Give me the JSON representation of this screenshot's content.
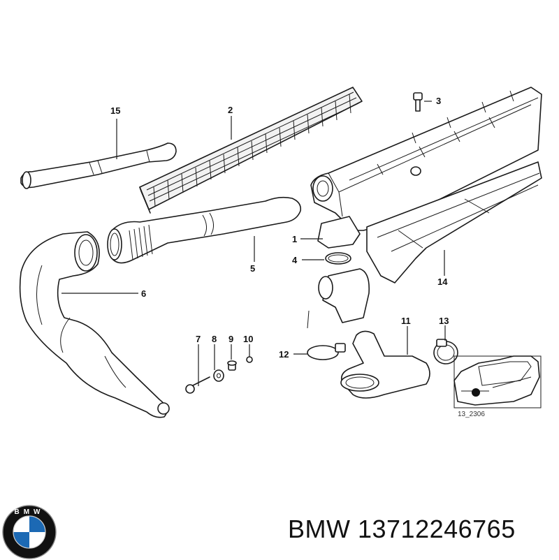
{
  "callouts": {
    "c1": "1",
    "c2": "2",
    "c3": "3",
    "c4": "4",
    "c5": "5",
    "c6": "6",
    "c7": "7",
    "c8": "8",
    "c9": "9",
    "c10": "10",
    "c11": "11",
    "c12": "12",
    "c13": "13",
    "c14": "14",
    "c15": "15"
  },
  "inset": {
    "ref_code": "13_2306"
  },
  "footer": {
    "brand": "BMW",
    "part_number": "13712246765",
    "label": "BMW 13712246765"
  },
  "logo": {
    "letters": "BMW",
    "colors": {
      "ring": "#111111",
      "blue": "#1c69b4",
      "white": "#ffffff"
    }
  }
}
